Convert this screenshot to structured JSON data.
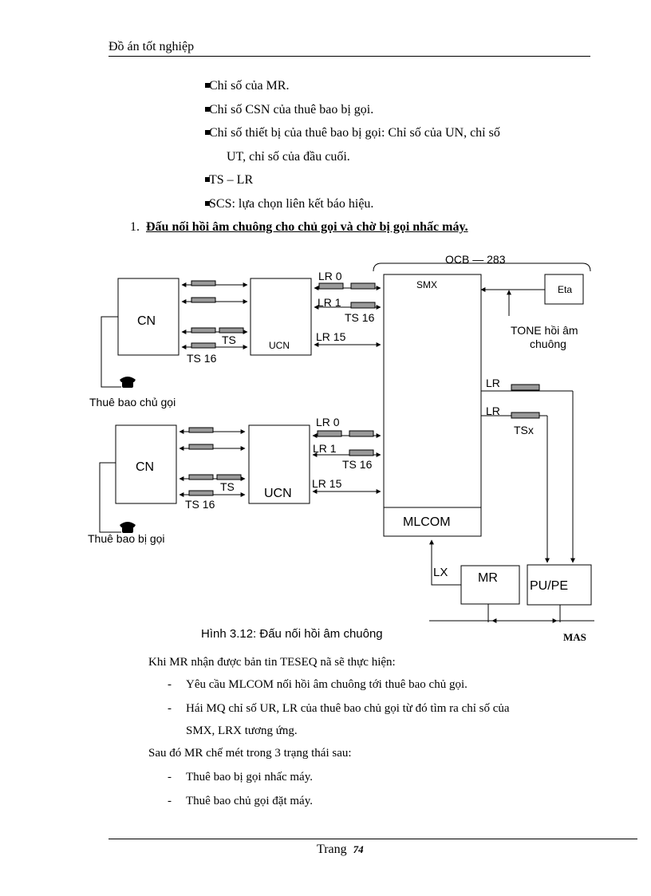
{
  "header": {
    "title": "Đồ án tốt nghiệp"
  },
  "bullets": [
    "Chỉ số của MR.",
    "Chỉ số CSN của thuê bao bị gọi.",
    {
      "line1": "Chỉ số thiết bị của thuê bao bị gọi: Chỉ số của UN, chỉ số",
      "line2": "UT, chỉ số của đầu cuối."
    },
    "TS – LR",
    "SCS: lựa chọn liên kết báo hiệu."
  ],
  "section": {
    "number": "1.",
    "title": "Đấu nối hồi âm chuông cho chủ gọi và chờ bị gọi nhấc máy."
  },
  "diagram": {
    "ocb": "OCB — 283",
    "smx": "SMX",
    "eta": "Eta",
    "tone_line1": "TONE hồi âm",
    "tone_line2": "chuông",
    "cn1": "CN",
    "ucn1": "UCN",
    "ts1": "TS",
    "ts16_1": "TS 16",
    "lr0_1": "LR 0",
    "lr1_1": "LR 1",
    "ts16_lr1_1": "TS 16",
    "lr15_1": "LR 15",
    "caller": "Thuê bao chủ gọi",
    "cn2": "CN",
    "ucn2": "UCN",
    "ts2": "TS",
    "ts16_2": "TS 16",
    "lr0_2": "LR 0",
    "lr1_2": "LR 1",
    "ts16_lr1_2": "TS 16",
    "lr15_2": "LR 15",
    "callee": "Thuê bao bị gọi",
    "lr_a": "LR",
    "lr_b": "LR",
    "tsx": "TSx",
    "mlcom": "MLCOM",
    "lx": "LX",
    "mr": "MR",
    "pupe": "PU/PE",
    "mas": "MAS",
    "phone_icon": "telephone-icon"
  },
  "caption": "Hình 3.12: Đấu nối hồi âm chuông",
  "para1": "Khi MR nhận được bản tin TESEQ nã sẽ thực hiện:",
  "dashes1": [
    "Yêu cầu MLCOM nối hồi âm chuông tới thuê bao chủ gọi.",
    {
      "line1": "Hái MQ chỉ số UR, LR của thuê bao chủ gọi từ đó tìm ra chỉ số của",
      "line2": "SMX, LRX tương ứng."
    }
  ],
  "para2": "Sau đó MR chế mét trong 3 trạng thái sau:",
  "dashes2": [
    "Thuê bao bị gọi nhấc máy.",
    "Thuê bao chủ gọi đặt máy."
  ],
  "footer": {
    "label": "Trang",
    "page": "74"
  }
}
